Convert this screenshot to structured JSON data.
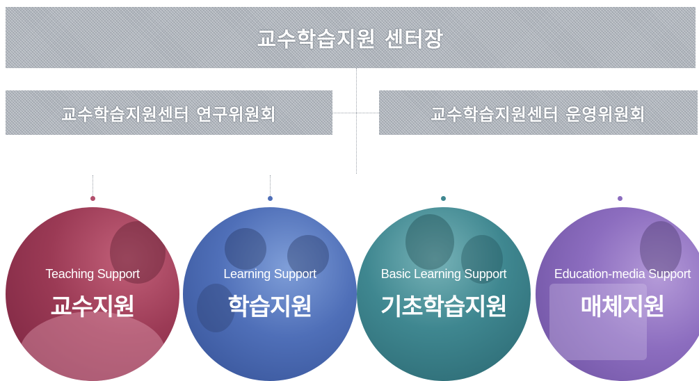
{
  "top": {
    "title": "교수학습지원 센터장"
  },
  "left_committee": {
    "label": "교수학습지원센터 연구위원회"
  },
  "right_committee": {
    "label": "교수학습지원센터 운영위원회"
  },
  "circles": [
    {
      "en": "Teaching Support",
      "ko": "교수지원",
      "color": "#9b3a55"
    },
    {
      "en": "Learning Support",
      "ko": "학습지원",
      "color": "#4f6fb8"
    },
    {
      "en": "Basic Learning Support",
      "ko": "기초학습지원",
      "color": "#3f8790"
    },
    {
      "en": "Education-media Support",
      "ko": "매체지원",
      "color": "#8c6dbf"
    }
  ]
}
